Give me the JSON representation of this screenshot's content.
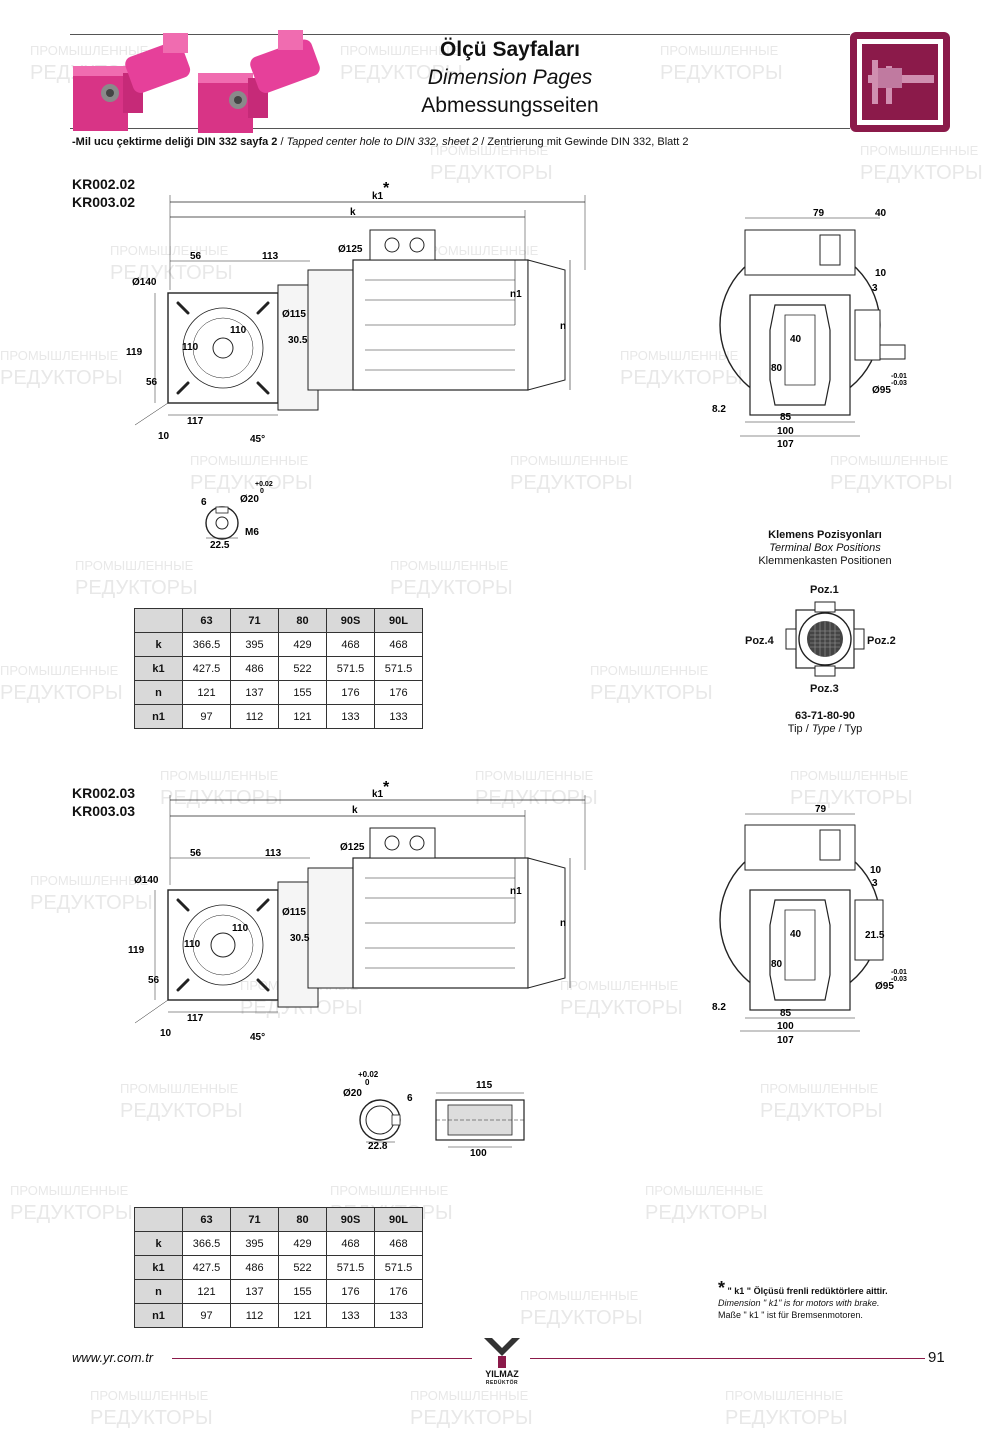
{
  "header": {
    "title_tr": "Ölçü Sayfaları",
    "title_en": "Dimension Pages",
    "title_de": "Abmessungsseiten",
    "icon": "caliper-icon",
    "accent_color": "#8b1a4a",
    "product_color": "#e6409a"
  },
  "note": {
    "tr": "-Mil ucu çektirme deliği DIN 332 sayfa 2",
    "sep1": " / ",
    "en": "Tapped center hole to DIN 332, sheet 2",
    "sep2": " / ",
    "de": "Zentrierung mit Gewinde DIN 332, Blatt 2"
  },
  "section1": {
    "model_a": "KR002.02",
    "model_b": "KR003.02",
    "dims": {
      "k1": "k1",
      "star": "*",
      "k": "k",
      "n": "n",
      "n1": "n1",
      "d56": "56",
      "d113": "113",
      "d140": "Ø140",
      "d125": "Ø125",
      "d115": "Ø115",
      "d30_5": "30.5",
      "d110a": "110",
      "d110b": "110",
      "d119": "119",
      "d56b": "56",
      "d117": "117",
      "d10": "10",
      "d45": "45°",
      "s79": "79",
      "s40": "40",
      "s10": "10",
      "s3": "3",
      "s40b": "40",
      "s80": "80",
      "s95": "Ø95",
      "s95tol_a": "-0.01",
      "s95tol_b": "-0.03",
      "s8_2": "8.2",
      "s85": "85",
      "s100": "100",
      "s107": "107",
      "sh6": "6",
      "sh20": "Ø20",
      "sh20tol_a": "+0.02",
      "sh20tol_b": "0",
      "shM6": "M6",
      "sh22_5": "22.5"
    },
    "table": {
      "columns": [
        "63",
        "71",
        "80",
        "90S",
        "90L"
      ],
      "rows": [
        {
          "label": "k",
          "values": [
            "366.5",
            "395",
            "429",
            "468",
            "468"
          ]
        },
        {
          "label": "k1",
          "values": [
            "427.5",
            "486",
            "522",
            "571.5",
            "571.5"
          ]
        },
        {
          "label": "n",
          "values": [
            "121",
            "137",
            "155",
            "176",
            "176"
          ]
        },
        {
          "label": "n1",
          "values": [
            "97",
            "112",
            "121",
            "133",
            "133"
          ]
        }
      ]
    }
  },
  "terminal_box": {
    "title_tr": "Klemens Pozisyonları",
    "title_en": "Terminal Box Positions",
    "title_de": "Klemmenkasten Positionen",
    "poz1": "Poz.1",
    "poz2": "Poz.2",
    "poz3": "Poz.3",
    "poz4": "Poz.4",
    "types": "63-71-80-90",
    "type_tr": "Tip",
    "sep1": " / ",
    "type_en": "Type",
    "sep2": " / ",
    "type_de": "Typ"
  },
  "section2": {
    "model_a": "KR002.03",
    "model_b": "KR003.03",
    "dims": {
      "k1": "k1",
      "star": "*",
      "k": "k",
      "n": "n",
      "n1": "n1",
      "d56": "56",
      "d113": "113",
      "d140": "Ø140",
      "d125": "Ø125",
      "d115": "Ø115",
      "d30_5": "30.5",
      "d110a": "110",
      "d110b": "110",
      "d119": "119",
      "d56b": "56",
      "d117": "117",
      "d10": "10",
      "d45": "45°",
      "s79": "79",
      "s10": "10",
      "s3": "3",
      "s21_5": "21.5",
      "s40": "40",
      "s80": "80",
      "s95": "Ø95",
      "s95tol_a": "-0.01",
      "s95tol_b": "-0.03",
      "s8_2": "8.2",
      "s85": "85",
      "s100": "100",
      "s107": "107",
      "hb20": "Ø20",
      "hb20tol_a": "+0.02",
      "hb20tol_b": "0",
      "hb6": "6",
      "hb22_8": "22.8",
      "hs115": "115",
      "hs100": "100"
    },
    "table": {
      "columns": [
        "63",
        "71",
        "80",
        "90S",
        "90L"
      ],
      "rows": [
        {
          "label": "k",
          "values": [
            "366.5",
            "395",
            "429",
            "468",
            "468"
          ]
        },
        {
          "label": "k1",
          "values": [
            "427.5",
            "486",
            "522",
            "571.5",
            "571.5"
          ]
        },
        {
          "label": "n",
          "values": [
            "121",
            "137",
            "155",
            "176",
            "176"
          ]
        },
        {
          "label": "n1",
          "values": [
            "97",
            "112",
            "121",
            "133",
            "133"
          ]
        }
      ]
    }
  },
  "footnote": {
    "star": "*",
    "tr": "\" k1 \" Ölçüsü frenli redüktörlere aittir.",
    "en": "Dimension \" k1\" is for motors with brake.",
    "de": "Maße \" k1 \" ist für Bremsenmotoren."
  },
  "footer": {
    "url": "www.yr.com.tr",
    "page": "91",
    "logo_name": "YILMAZ",
    "logo_sub": "REDÜKTÖR"
  },
  "watermark": {
    "line1": "ПРОМЫШЛЕННЫЕ",
    "line2": "РЕДУКТОРЫ"
  }
}
